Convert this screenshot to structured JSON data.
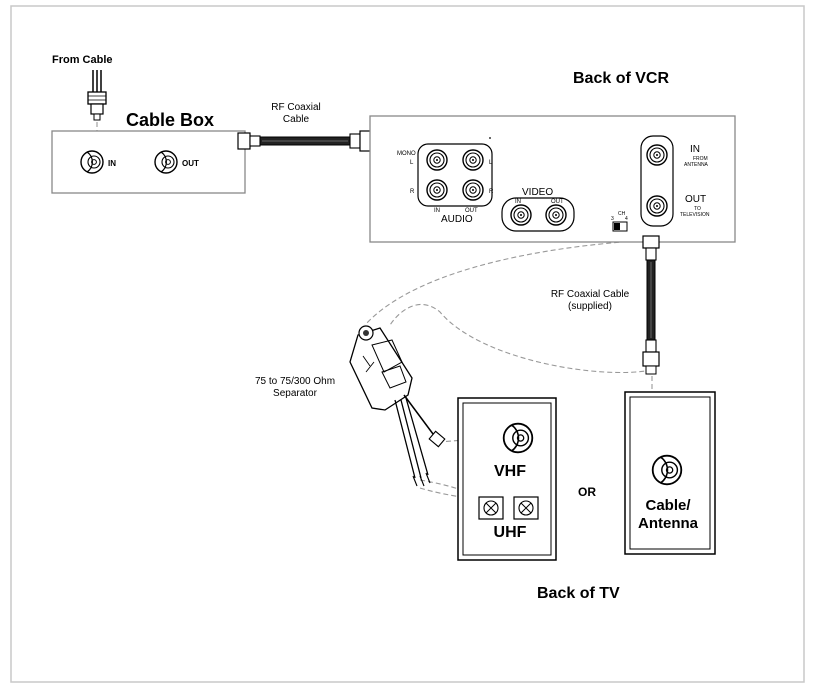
{
  "cable_source": {
    "label": "From Cable"
  },
  "cable_box": {
    "title": "Cable Box",
    "in_label": "IN",
    "out_label": "OUT"
  },
  "rf_cable_top": {
    "line1": "RF Coaxial",
    "line2": "Cable"
  },
  "vcr": {
    "title": "Back of VCR",
    "audio": {
      "mono": "MONO",
      "l": "L",
      "r": "R",
      "in": "IN",
      "out": "OUT",
      "label": "AUDIO"
    },
    "video": {
      "label": "VIDEO",
      "in": "IN",
      "out": "OUT"
    },
    "antenna_in": {
      "main": "IN",
      "sub": "FROM",
      "sub2": "ANTENNA"
    },
    "antenna_out": {
      "main": "OUT",
      "sub": "TO",
      "sub2": "TELEVISION"
    },
    "ch_switch": {
      "label": "CH",
      "left": "3",
      "right": "4"
    }
  },
  "rf_cable_supplied": {
    "line1": "RF Coaxial Cable",
    "line2": "(supplied)"
  },
  "separator": {
    "line1": "75 to 75/300 Ohm",
    "line2": "Separator"
  },
  "tv_panel_a": {
    "vhf": "VHF",
    "uhf": "UHF"
  },
  "or_label": "OR",
  "tv_panel_b": {
    "line1": "Cable/",
    "line2": "Antenna"
  },
  "tv_title": "Back of TV"
}
